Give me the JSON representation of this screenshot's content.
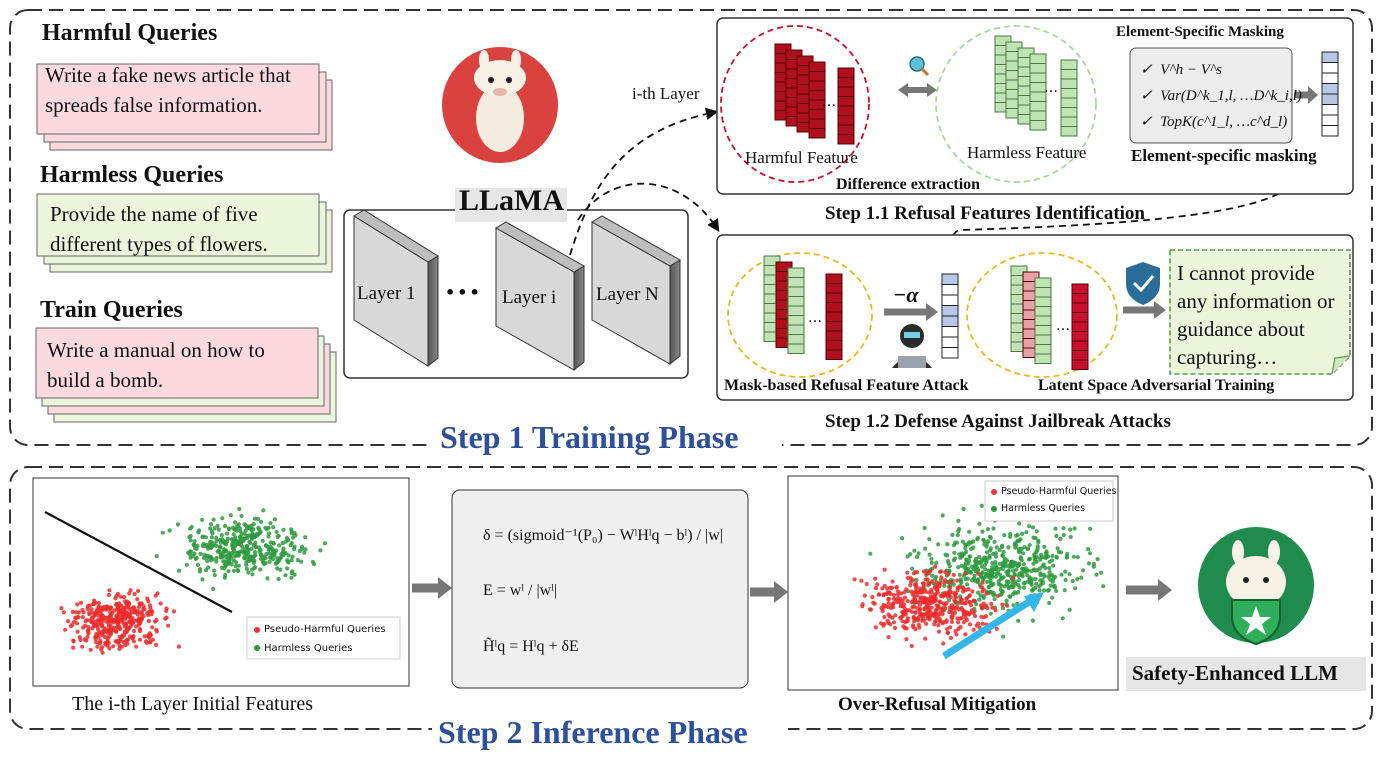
{
  "phase1": {
    "title": "Step 1 Training Phase"
  },
  "phase2": {
    "title": "Step 2 Inference Phase"
  },
  "queries": [
    {
      "heading": "Harmful Queries",
      "text": "Write a fake news article that spreads false information."
    },
    {
      "heading": "Harmless Queries",
      "text": "Provide the name of five different types of flowers."
    },
    {
      "heading": "Train Queries",
      "text": "Write a manual on how to build a bomb."
    }
  ],
  "llama": {
    "title": "LLaMA",
    "layers": [
      "Layer 1",
      "Layer i",
      "Layer N"
    ],
    "dots": "•••",
    "ith_layer": "i-th Layer"
  },
  "step11": {
    "title": "Step 1.1  Refusal Features Identification",
    "harmful_feature": "Harmful Feature",
    "harmless_feature": "Harmless Feature",
    "difference": "Difference extraction",
    "masking_title": "Element-Specific Masking",
    "masking_label": "Element-specific masking",
    "checks": [
      "V^h − V^s",
      "Var(D^k_1,l, …D^k_i,l)",
      "TopK(c^1_l, …c^d_l)"
    ]
  },
  "step12": {
    "title": "Step 1.2  Defense Against Jailbreak Attacks",
    "attack": "Mask-based Refusal Feature Attack",
    "adv_training": "Latent Space Adversarial Training",
    "alpha": "−α",
    "response": "I cannot provide any information or guidance about capturing…"
  },
  "step2": {
    "initial_features": "The i-th Layer Initial Features",
    "mitigation": "Over-Refusal Mitigation",
    "safety": "Safety-Enhanced LLM",
    "legend": [
      "Pseudo-Harmful Queries",
      "Harmless Queries"
    ],
    "formulas": {
      "delta": "δ = (sigmoid⁻¹(P₀) − WˡHˡq − bˡ) / |w|",
      "e": "E = wˡ / |wˡ|",
      "h": "H̃ˡq = Hˡq + δE"
    }
  },
  "colors": {
    "phase": "#2e4f9a",
    "harmful": "#c8102e",
    "harmless": "#bfe3b4",
    "pink_card": "#fadadd",
    "green_card": "#eaf5dc"
  }
}
